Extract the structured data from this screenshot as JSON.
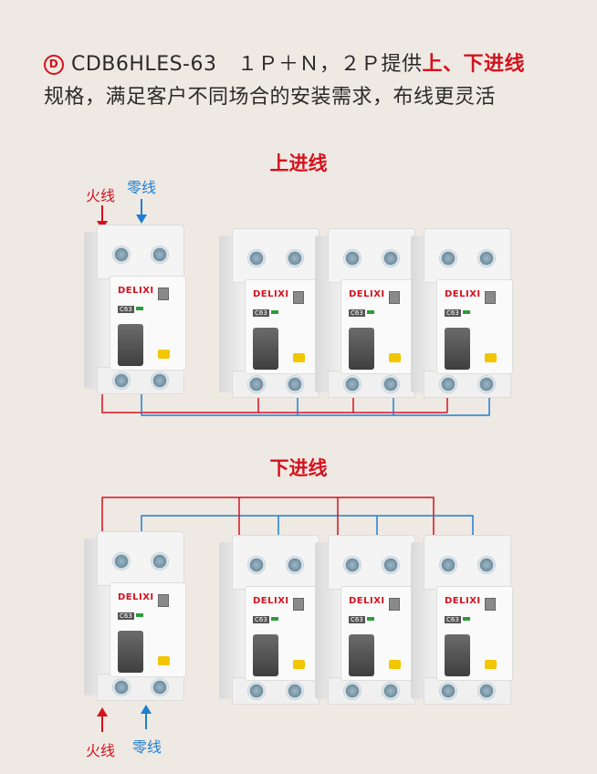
{
  "header": {
    "logo_letter": "D",
    "line1_prefix": "CDB6HLES-63　１Ｐ＋Ｎ，２Ｐ提供",
    "line1_highlight": "上、下进线",
    "line2": "规格，满足客户不同场合的安装需求，布线更灵活"
  },
  "sections": {
    "top_title": "上进线",
    "bottom_title": "下进线"
  },
  "labels": {
    "live_wire": "火线",
    "neutral_wire": "零线"
  },
  "breaker": {
    "brand": "DELIXI",
    "rating": "C63"
  },
  "colors": {
    "accent": "#d6111e",
    "live": "#d6111e",
    "neutral": "#1f7fd1",
    "background": "#efe9e3"
  }
}
